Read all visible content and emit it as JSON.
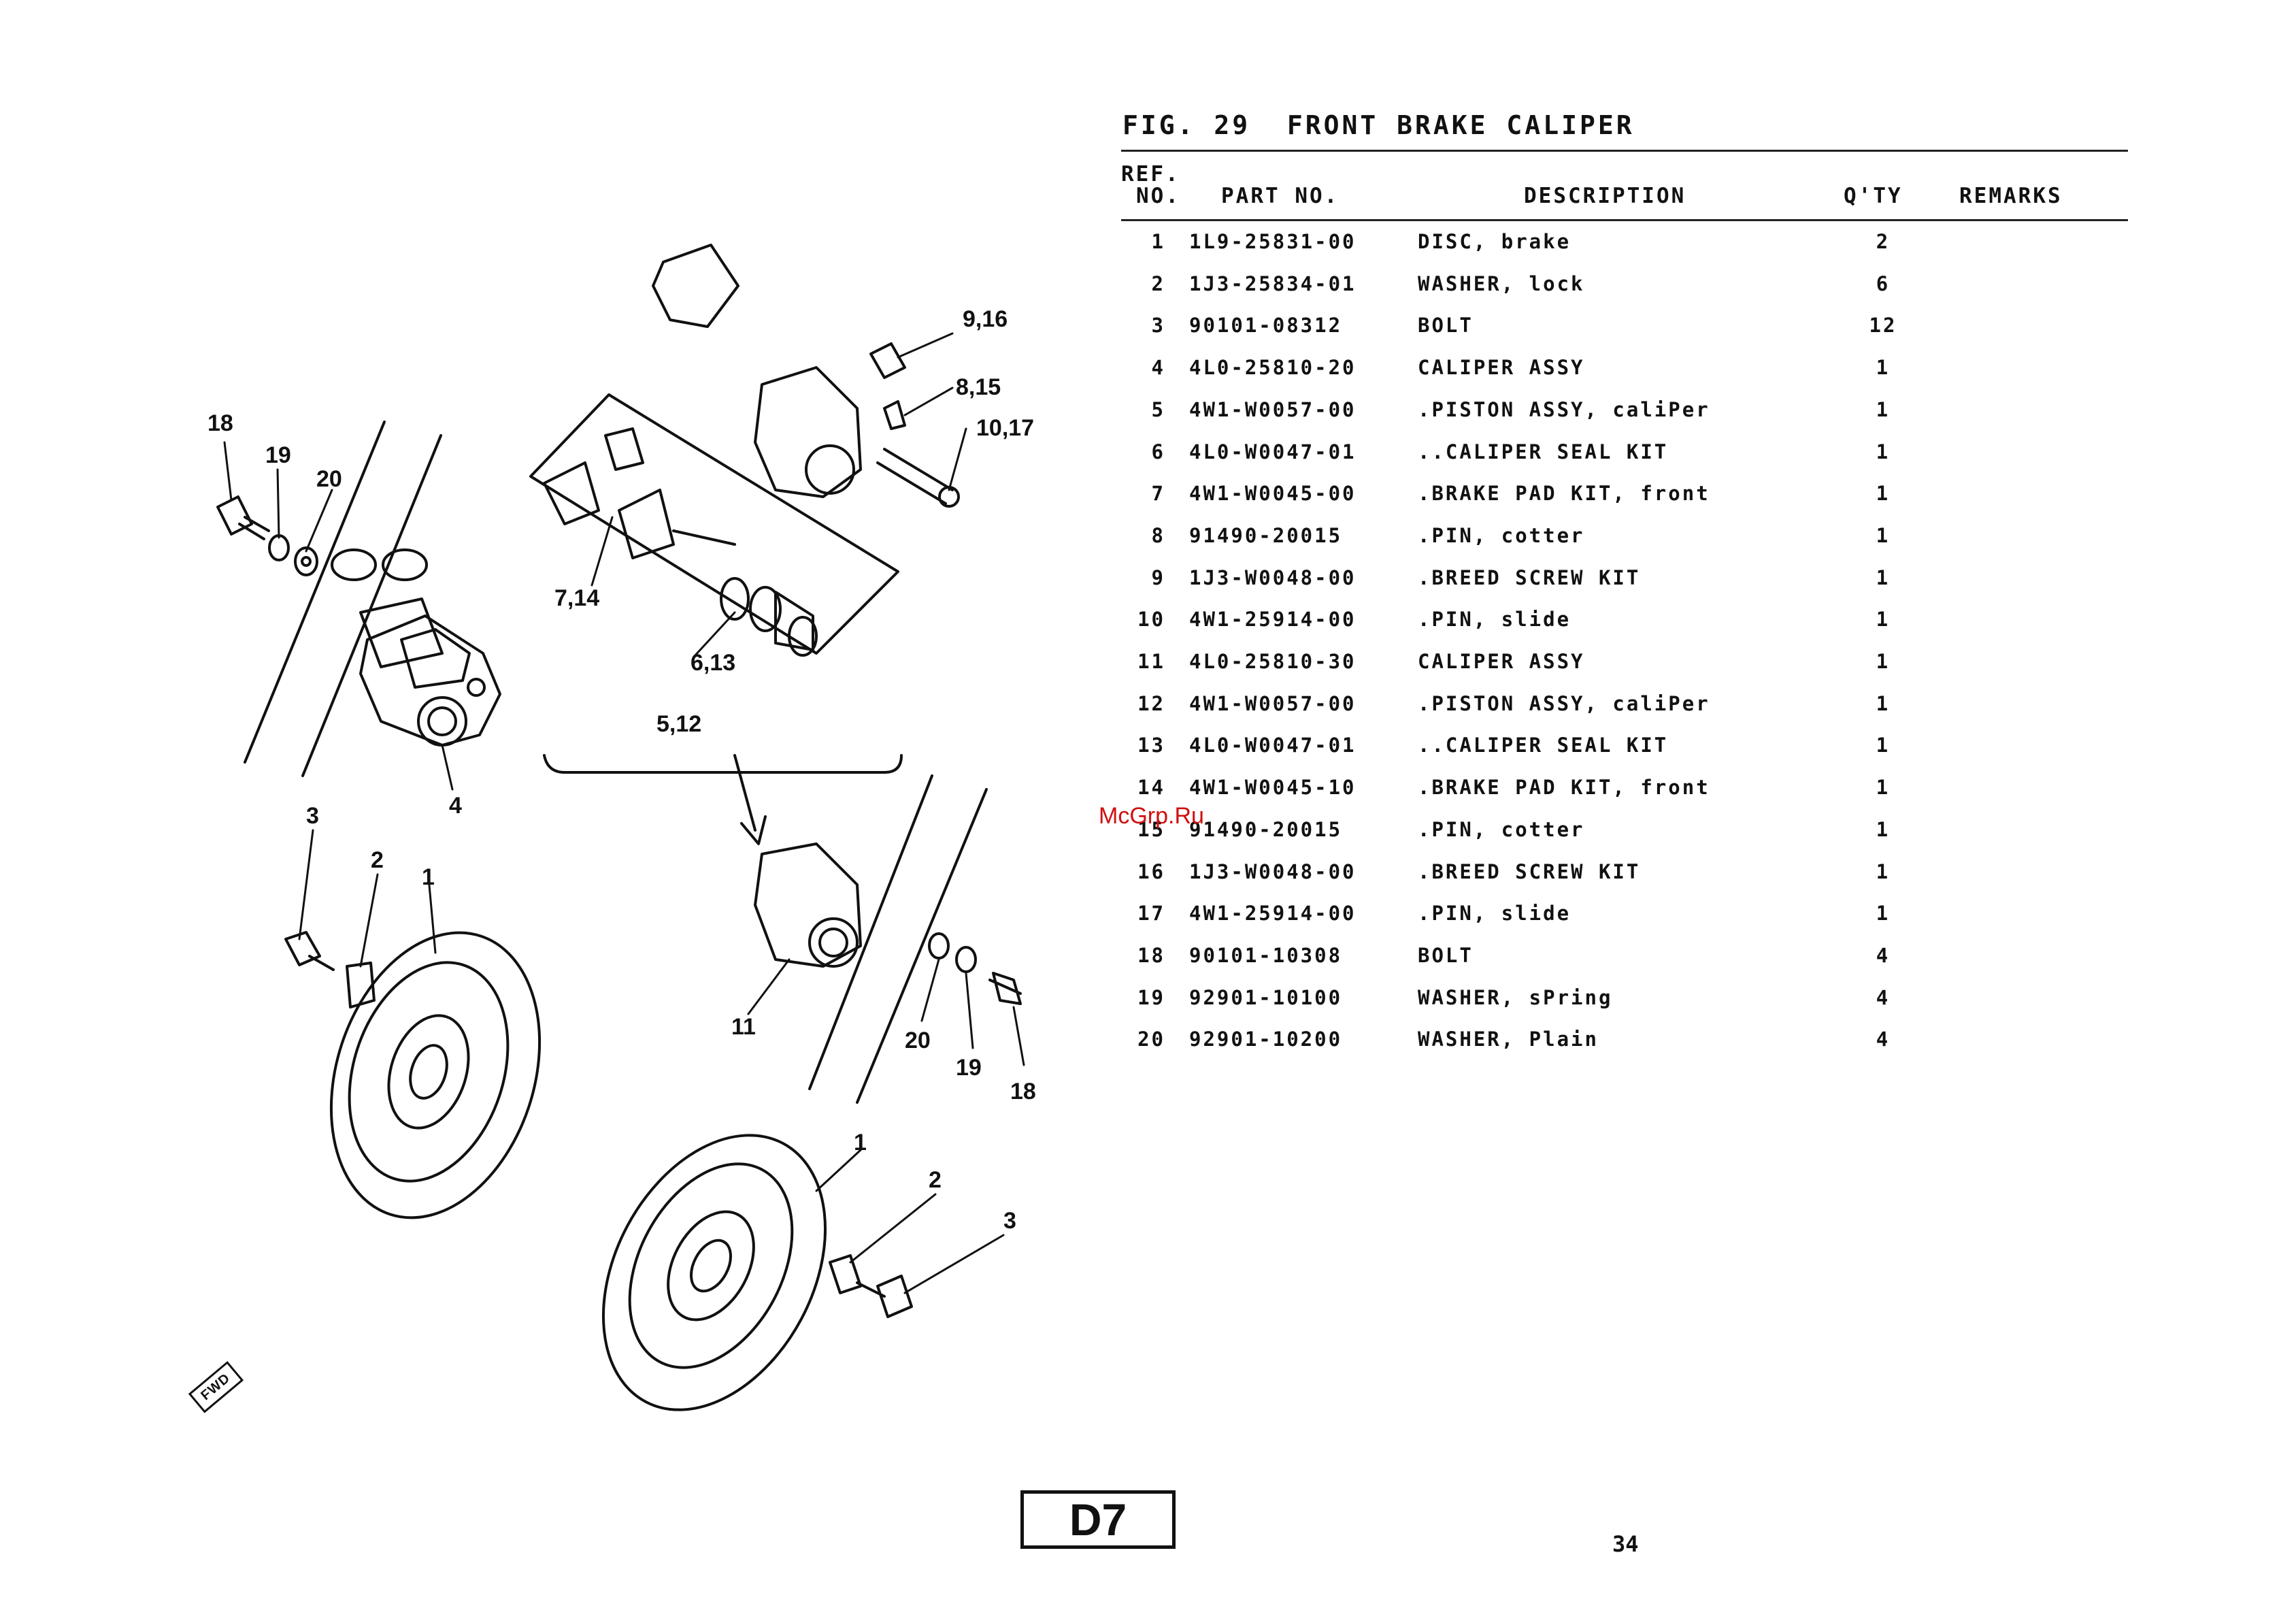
{
  "figure": {
    "title": "FIG. 29  FRONT BRAKE CALIPER"
  },
  "table": {
    "headers": {
      "ref_line1": "REF.",
      "ref_line2": "NO.",
      "part_no": "PART NO.",
      "description": "DESCRIPTION",
      "qty": "Q'TY",
      "remarks": "REMARKS"
    },
    "rows": [
      {
        "ref": "1",
        "part_no": "1L9-25831-00",
        "description": "DISC, brake",
        "qty": "2",
        "remarks": ""
      },
      {
        "ref": "2",
        "part_no": "1J3-25834-01",
        "description": "WASHER, lock",
        "qty": "6",
        "remarks": ""
      },
      {
        "ref": "3",
        "part_no": "90101-08312",
        "description": "BOLT",
        "qty": "12",
        "remarks": ""
      },
      {
        "ref": "4",
        "part_no": "4L0-25810-20",
        "description": "CALIPER ASSY",
        "qty": "1",
        "remarks": ""
      },
      {
        "ref": "5",
        "part_no": "4W1-W0057-00",
        "description": ".PISTON ASSY, caliPer",
        "qty": "1",
        "remarks": ""
      },
      {
        "ref": "6",
        "part_no": "4L0-W0047-01",
        "description": "..CALIPER SEAL KIT",
        "qty": "1",
        "remarks": ""
      },
      {
        "ref": "7",
        "part_no": "4W1-W0045-00",
        "description": ".BRAKE PAD KIT, front",
        "qty": "1",
        "remarks": ""
      },
      {
        "ref": "8",
        "part_no": "91490-20015",
        "description": ".PIN, cotter",
        "qty": "1",
        "remarks": ""
      },
      {
        "ref": "9",
        "part_no": "1J3-W0048-00",
        "description": ".BREED SCREW KIT",
        "qty": "1",
        "remarks": ""
      },
      {
        "ref": "10",
        "part_no": "4W1-25914-00",
        "description": ".PIN, slide",
        "qty": "1",
        "remarks": ""
      },
      {
        "ref": "11",
        "part_no": "4L0-25810-30",
        "description": "CALIPER ASSY",
        "qty": "1",
        "remarks": ""
      },
      {
        "ref": "12",
        "part_no": "4W1-W0057-00",
        "description": ".PISTON ASSY, caliPer",
        "qty": "1",
        "remarks": ""
      },
      {
        "ref": "13",
        "part_no": "4L0-W0047-01",
        "description": "..CALIPER SEAL KIT",
        "qty": "1",
        "remarks": ""
      },
      {
        "ref": "14",
        "part_no": "4W1-W0045-10",
        "description": ".BRAKE PAD KIT, front",
        "qty": "1",
        "remarks": ""
      },
      {
        "ref": "15",
        "part_no": "91490-20015",
        "description": ".PIN, cotter",
        "qty": "1",
        "remarks": ""
      },
      {
        "ref": "16",
        "part_no": "1J3-W0048-00",
        "description": ".BREED SCREW KIT",
        "qty": "1",
        "remarks": ""
      },
      {
        "ref": "17",
        "part_no": "4W1-25914-00",
        "description": ".PIN, slide",
        "qty": "1",
        "remarks": ""
      },
      {
        "ref": "18",
        "part_no": "90101-10308",
        "description": "BOLT",
        "qty": "4",
        "remarks": ""
      },
      {
        "ref": "19",
        "part_no": "92901-10100",
        "description": "WASHER, sPring",
        "qty": "4",
        "remarks": ""
      },
      {
        "ref": "20",
        "part_no": "92901-10200",
        "description": "WASHER, Plain",
        "qty": "4",
        "remarks": ""
      }
    ]
  },
  "callouts": [
    "18",
    "19",
    "20",
    "9,16",
    "8,15",
    "10,17",
    "7,14",
    "6,13",
    "5,12",
    "4",
    "3",
    "2",
    "1",
    "11",
    "20",
    "19",
    "18",
    "1",
    "2",
    "3"
  ],
  "fwd_label": "FWD",
  "watermark": "McGrp.Ru",
  "page_box": "D7",
  "page_number": "34"
}
